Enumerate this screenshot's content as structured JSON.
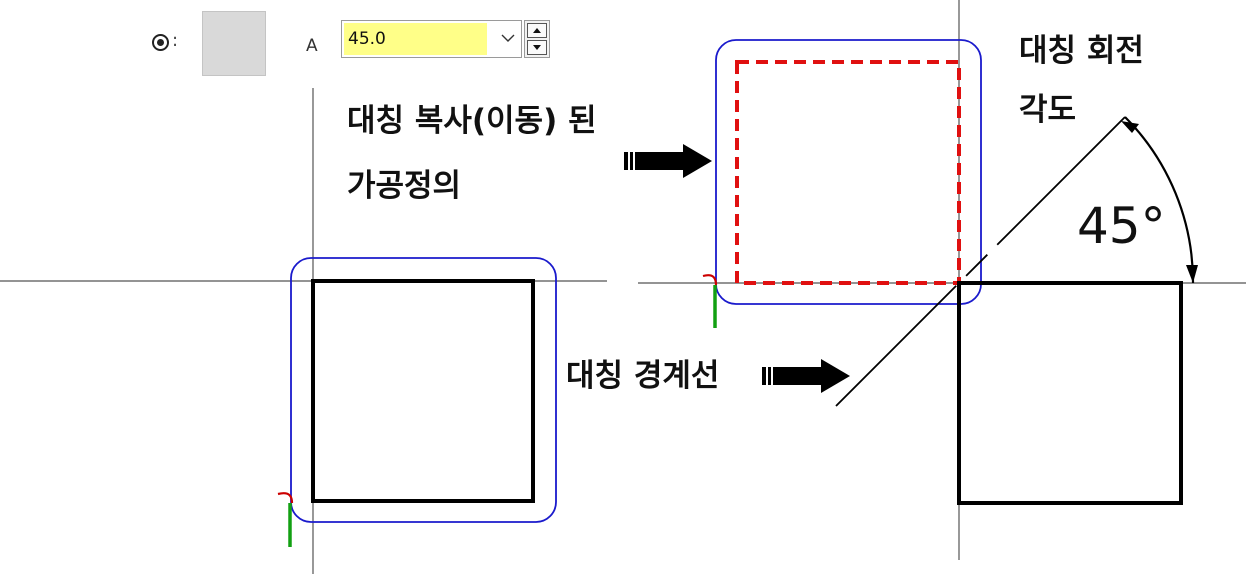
{
  "toolbar": {
    "radio_state": "selected",
    "colon": ":",
    "angle_button_icon": "angle-icon",
    "param_label": "A",
    "angle_value": "45.0",
    "field_color": "#ffff88"
  },
  "diagram": {
    "callout_copied_line1": "대칭 복사(이동) 된",
    "callout_copied_line2": "가공정의",
    "callout_boundary": "대칭 경계선",
    "callout_rotation_line1": "대칭 회전",
    "callout_rotation_line2": "각도",
    "angle_annotation": "45°",
    "mirror_angle_deg": 45,
    "colors": {
      "shape": "#000000",
      "selection_box": "#1a1acc",
      "copied_outline": "#e01010",
      "axis": "#555555",
      "start_hook": "#cc0000",
      "start_tick": "#12a012"
    }
  }
}
